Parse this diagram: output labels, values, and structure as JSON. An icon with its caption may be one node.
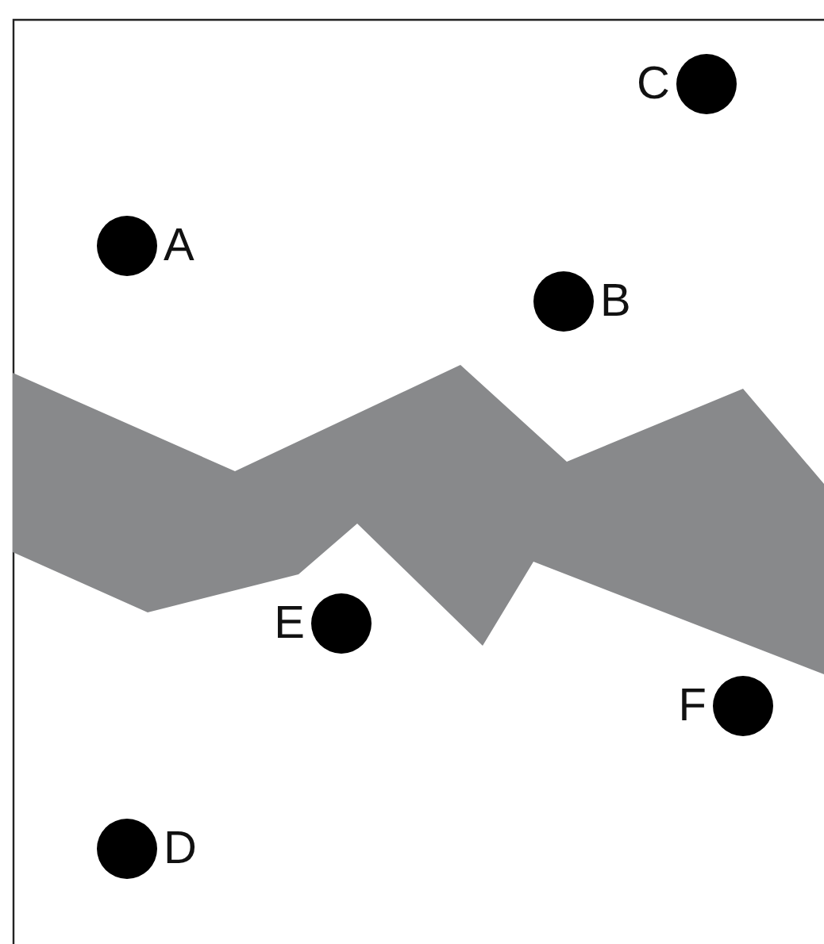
{
  "diagram": {
    "nodes": [
      {
        "text": [
          "C"
        ]
      },
      {
        "text": [
          "A"
        ]
      },
      {
        "text": [
          "B"
        ]
      },
      {
        "text": [
          "E"
        ]
      },
      {
        "text": [
          "F"
        ]
      },
      {
        "text": [
          "D"
        ]
      }
    ]
  }
}
